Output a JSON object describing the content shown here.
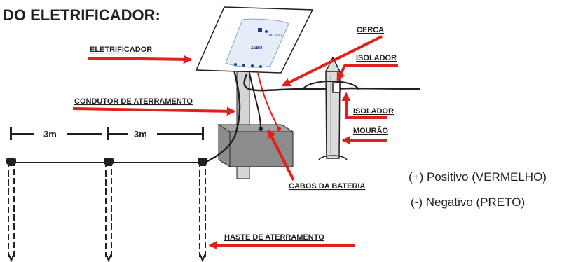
{
  "title": "DO ELETRIFICADOR:",
  "labels": {
    "eletrificador": "ELETRIFICADOR",
    "cerca": "CERCA",
    "isolador_top": "ISOLADOR",
    "isolador_bottom": "ISOLADOR",
    "mourao": "MOURÃO",
    "condutor": "CONDUTOR DE ATERRAMENTO",
    "cabos": "CABOS DA BATERIA",
    "haste": "HASTE DE ATERRAMENTO"
  },
  "distances": {
    "first": "3m",
    "second": "3m"
  },
  "legend": {
    "positive": "(+) Positivo (VERMELHO)",
    "negative": "(-) Negativo (PRETO)"
  },
  "device": {
    "model": "ZK 2000",
    "brand": "ZEBU"
  },
  "colors": {
    "arrow_red": "#e0201b",
    "ink": "#231f20",
    "battery_gray": "#8a8a8a",
    "post_gray": "#cfcfcf",
    "device_blue": "#1b3f8f"
  }
}
